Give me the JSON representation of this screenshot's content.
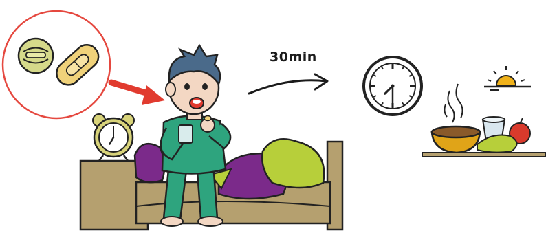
{
  "illustration": {
    "duration_label": "30min",
    "wall_clock": {
      "hour": 7,
      "minute": 30
    },
    "alarm_clock": {
      "hour": 7,
      "minute": 0
    },
    "pills": [
      "round-tablet",
      "capsule"
    ],
    "breakfast_items": [
      "bowl",
      "glass",
      "fruit"
    ],
    "colors": {
      "pajamas": "#2ea47e",
      "pillow_purple": "#7b2a8a",
      "pillow_green": "#b7cf3a",
      "bed": "#b5a06f",
      "pill_highlight_circle": "#e5483f",
      "arrow_red": "#e13b2f",
      "bowl": "#e0a418",
      "sun": "#f0b21a"
    }
  }
}
